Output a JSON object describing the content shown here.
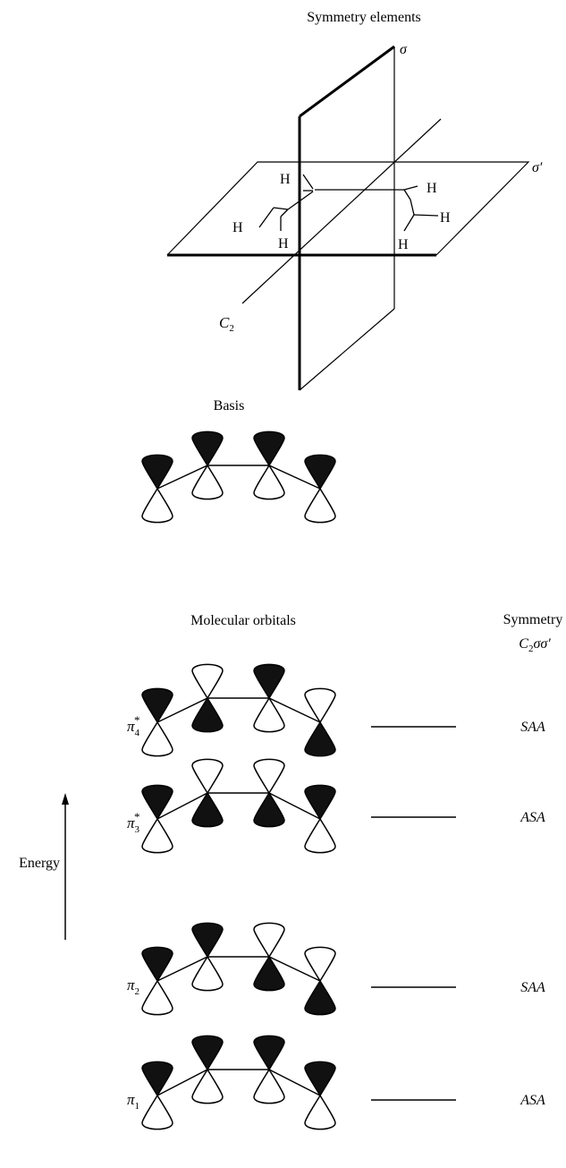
{
  "symmetry_title": "Symmetry elements",
  "plane_labels": {
    "sigma": "σ",
    "sigma_prime": "σ′",
    "c2_main": "C",
    "c2_sub": "2"
  },
  "atoms": {
    "hydrogen": "H"
  },
  "basis_title": "Basis",
  "mo_title": "Molecular orbitals",
  "symmetry_header": "Symmetry",
  "symmetry_ops": {
    "c": "C",
    "sub": "2",
    "rest": "σσ′"
  },
  "energy_label": "Energy",
  "basis_phases": [
    "up",
    "up",
    "up",
    "up"
  ],
  "orbitals": [
    {
      "name": "π",
      "sub": "4",
      "sup": "*",
      "symmetry": "SAA",
      "phases": [
        "up",
        "down",
        "up",
        "down"
      ]
    },
    {
      "name": "π",
      "sub": "3",
      "sup": "*",
      "symmetry": "ASA",
      "phases": [
        "up",
        "down",
        "down",
        "up"
      ]
    },
    {
      "name": "π",
      "sub": "2",
      "sup": "",
      "symmetry": "SAA",
      "phases": [
        "up",
        "up",
        "down",
        "down"
      ]
    },
    {
      "name": "π",
      "sub": "1",
      "sup": "",
      "symmetry": "ASA",
      "phases": [
        "up",
        "up",
        "up",
        "up"
      ]
    }
  ]
}
